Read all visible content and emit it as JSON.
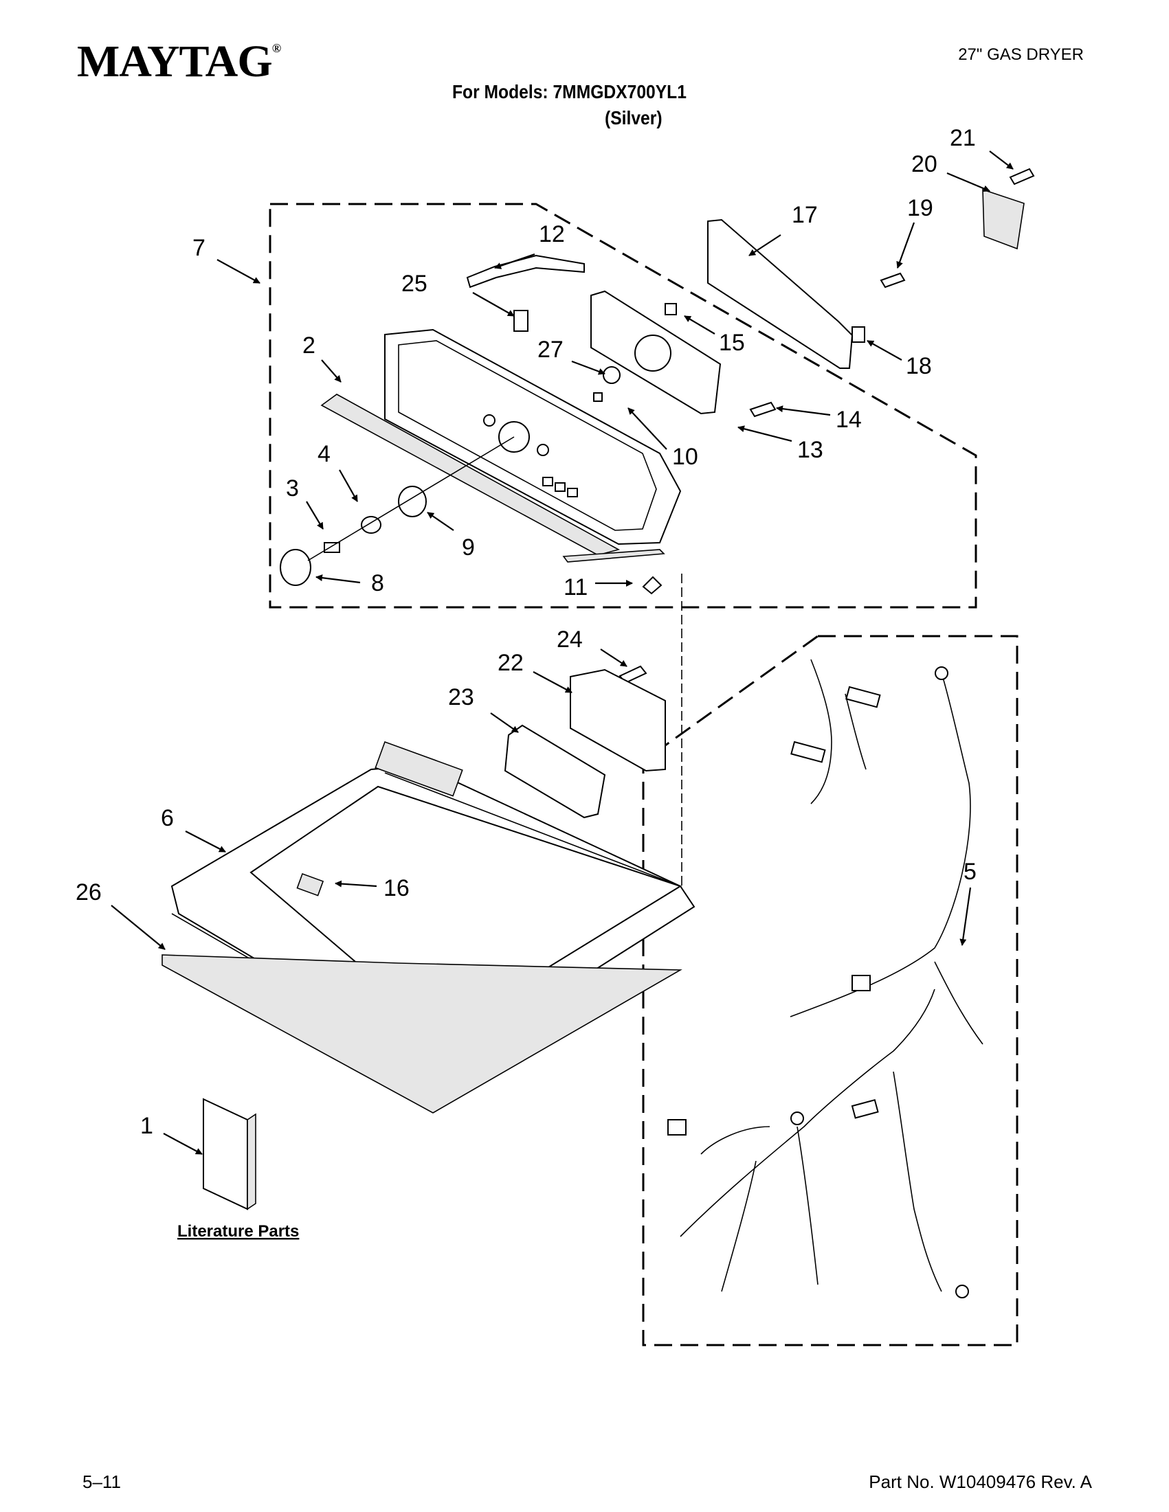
{
  "header": {
    "brand": "MAYTAG",
    "brand_mark": "®",
    "doc_type": "27\" GAS DRYER",
    "models_line": "For Models: 7MMGDX700YL1",
    "variant": "(Silver)"
  },
  "callouts": {
    "c1": "1",
    "c2": "2",
    "c3": "3",
    "c4": "4",
    "c5": "5",
    "c6": "6",
    "c7": "7",
    "c8": "8",
    "c9": "9",
    "c10": "10",
    "c11": "11",
    "c12": "12",
    "c13": "13",
    "c14": "14",
    "c15": "15",
    "c16": "16",
    "c17": "17",
    "c18": "18",
    "c19": "19",
    "c20": "20",
    "c21": "21",
    "c22": "22",
    "c23": "23",
    "c24": "24",
    "c25": "25",
    "c26": "26",
    "c27": "27"
  },
  "literature_label": "Literature Parts",
  "footer": {
    "page": "5–11",
    "part_no": "Part No. W10409476 Rev. A"
  }
}
